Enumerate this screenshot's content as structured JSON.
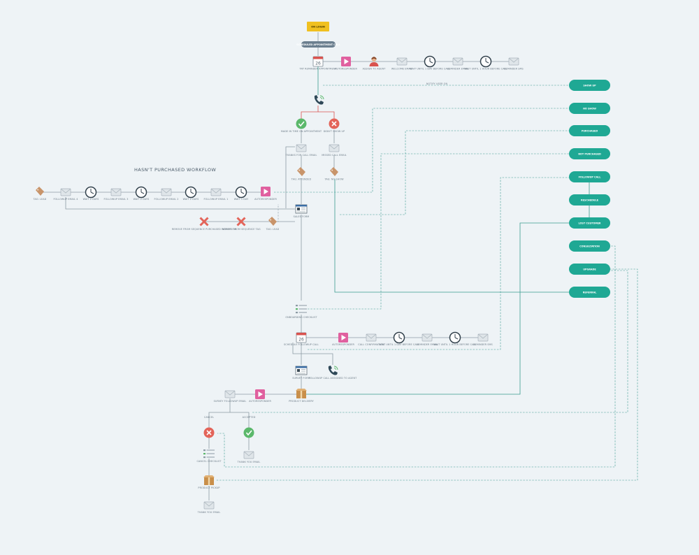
{
  "header": {
    "start_label": "ON LOGIN",
    "trigger_label": "SCHEDULED APPOINTMENT CALL",
    "hasnt_purchased_title": "HASN'T PURCHASED WORKFLOW"
  },
  "pills": [
    "SHOW UP",
    "NO SHOW",
    "PURCHASED",
    "NOT PURCHASED",
    "FOLLOWUP CALL",
    "RESCHEDULE",
    "LOST CUSTOMER",
    "CONSULTATION",
    "UPGRADE",
    "REFERRAL"
  ],
  "labels": {
    "row1_calendar": "TRY REMINDER APPOINTMENT",
    "row1_video": "AUTORESPONDER",
    "row1_person": "ASSIGN TO AGENT",
    "row1_mail1": "WELCOME EMAIL",
    "row1_clock1": "WAIT UNTIL 1 DAY BEFORE CALL",
    "row1_mail2": "REMINDER EMAIL",
    "row1_clock2": "WAIT UNTIL 1 HOUR BEFORE CALL",
    "row1_mail3": "REMINDER SMS",
    "dash_note": "NOTIFY USER ON",
    "yes_branch": "MADE IN TIME ON APPOINTMENT",
    "no_branch": "DIDN'T SHOW UP",
    "mail_yes": "THANKS FOR CALL EMAIL",
    "mail_no": "MISSED CALL EMAIL",
    "tag_yes": "TAG: ATTENDED",
    "tag_no": "TAG: NO SHOW",
    "hp_tag": "TAG: LEAD",
    "hp_mail1": "FOLLOWUP EMAIL 4",
    "hp_clock1": "WAIT 2 DAYS",
    "hp_mail2": "FOLLOWUP EMAIL 3",
    "hp_clock2": "WAIT 2 DAYS",
    "hp_mail3": "FOLLOWUP EMAIL 2",
    "hp_clock3": "WAIT 2 DAYS",
    "hp_mail4": "FOLLOWUP EMAIL 1",
    "hp_clock4": "WAIT 1 DAY",
    "hp_video": "AUTORESPONDER",
    "form": "SALES FORM",
    "x1": "REMOVE FROM SEQUENCE PURCHASED WORKFLOW",
    "x2": "REMOVE FROM SEQUENCE TAG",
    "tag_mid": "TAG: LEAD",
    "checklist1": "ONBOARDING CHECKLIST",
    "r2_calendar": "SCHEDULE FOLLOWUP CALL",
    "r2_video": "AUTORESPONDER",
    "r2_mail1": "CALL CONFIRMATION",
    "r2_clock1": "WAIT UNTIL 1 DAY BEFORE CALL",
    "r2_mail2": "REMINDER EMAIL",
    "r2_clock2": "WAIT UNTIL 1 HOUR BEFORE CALL",
    "r2_mail3": "REMINDER SMS",
    "r2_form": "SURVEY FORM",
    "r2_phone": "FOLLOWUP CALL ASSIGNED TO AGENT",
    "r3_mail": "SURVEY FOLLOWUP EMAIL",
    "r3_video": "AUTORESPONDER",
    "r3_box": "PRODUCT DELIVERY",
    "r3_cancel": "CANCEL",
    "r3_accept": "ACCEPTED",
    "r3_checklist": "CANCEL CHECKLIST",
    "r3_mail_ok": "THANK YOU EMAIL",
    "r3_box2": "PRODUCT PICKUP",
    "r3_mail_end": "THANK YOU EMAIL"
  },
  "colors": {
    "pill": "#1fa894",
    "start": "#f0c020",
    "trigger": "#6b7f8f",
    "video": "#e0609f",
    "ok": "#5bb86b",
    "no": "#e36459",
    "tag": "#c8946a",
    "link": "#3a9a8f"
  }
}
